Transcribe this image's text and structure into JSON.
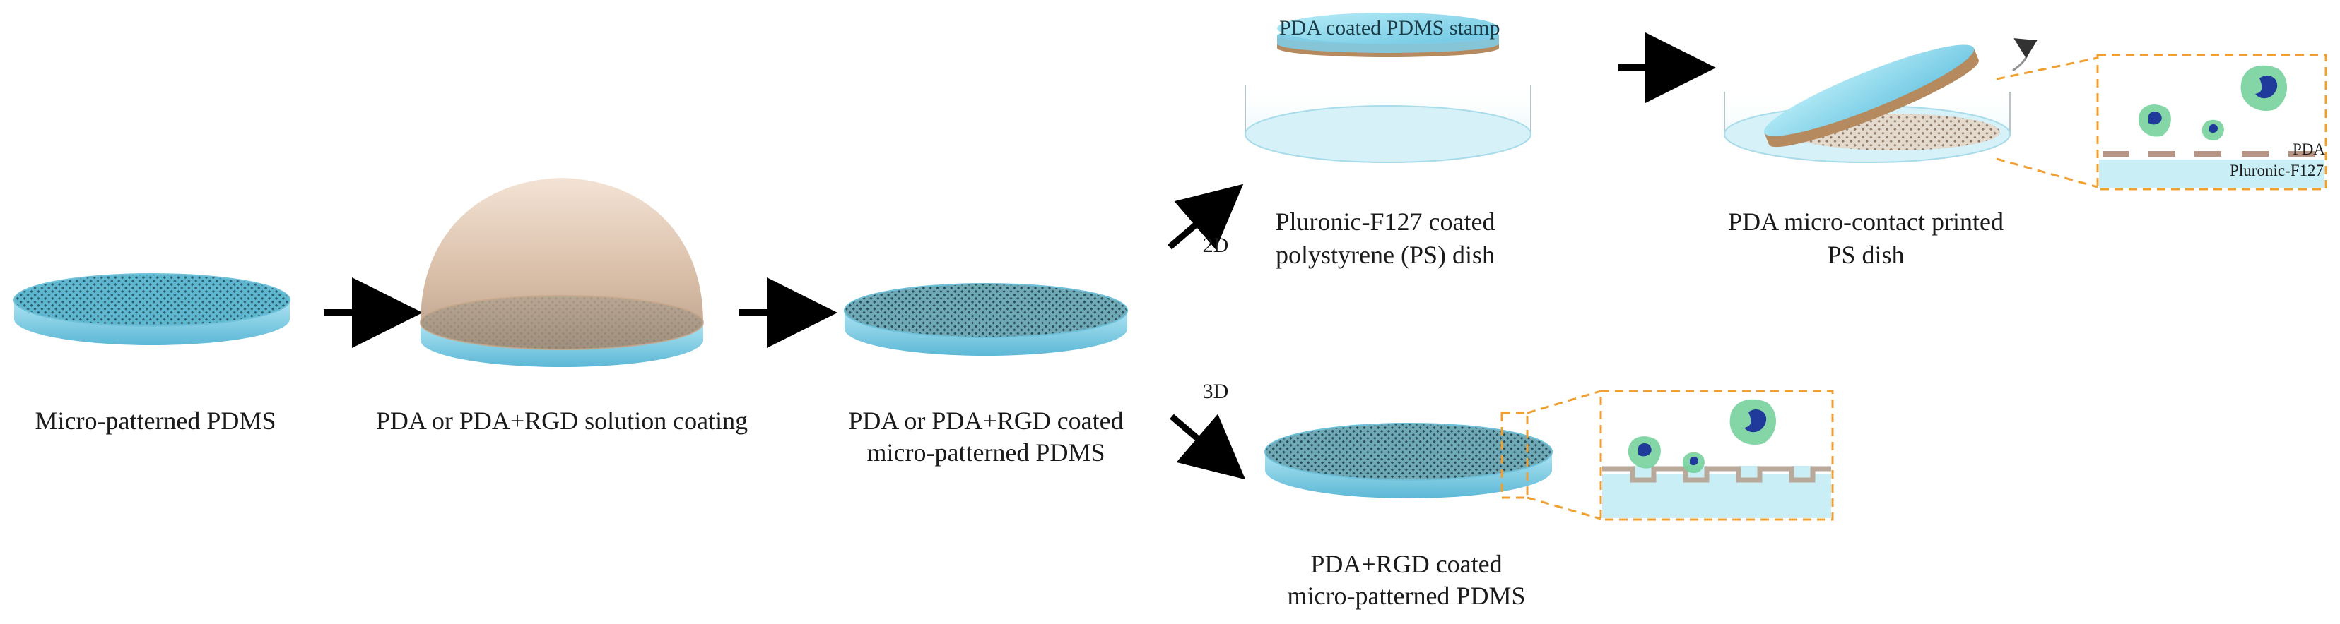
{
  "steps": {
    "micro_patterned": "Micro-patterned PDMS",
    "solution_coating": "PDA or PDA+RGD solution coating",
    "coated_line1": "PDA or PDA+RGD coated",
    "coated_line2": "micro-patterned PDMS"
  },
  "branch_2d": {
    "tag": "2D",
    "stamp_label": "PDA coated PDMS stamp",
    "dish_line1": "Pluronic-F127  coated",
    "dish_line2": "polystyrene (PS) dish",
    "printed_line1": "PDA micro-contact printed",
    "printed_line2": "PS dish",
    "inset_pda": "PDA",
    "inset_pluronic": "Pluronic-F127"
  },
  "branch_3d": {
    "tag": "3D",
    "final_line1": "PDA+RGD coated",
    "final_line2": "micro-patterned PDMS"
  },
  "colors": {
    "pdms_blue": "#8fd3e8",
    "pdms_edge": "#4aaecf",
    "pattern_dark": "#2f5f6e",
    "dome_tan": "#d9b89a",
    "inset_border": "#f0a030",
    "cell_green": "#6fcf97",
    "nucleus_blue": "#1f3a9a"
  }
}
